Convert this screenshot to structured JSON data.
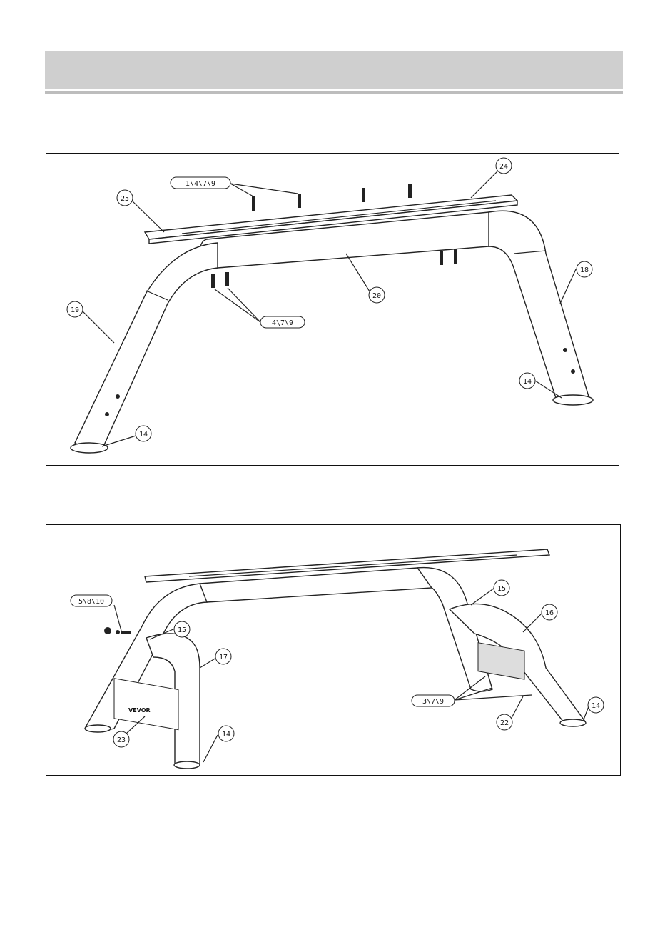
{
  "colors": {
    "header_band": "#cfcfcf",
    "rule": "#bdbdbd",
    "ink": "#111111"
  },
  "figure1": {
    "callouts": {
      "c_1479": "1\\4\\7\\9",
      "c_24": "24",
      "c_25": "25",
      "c_18": "18",
      "c_19": "19",
      "c_20": "20",
      "c_479": "4\\7\\9",
      "c_14_left": "14",
      "c_14_right": "14"
    }
  },
  "figure2": {
    "callouts": {
      "c_5810": "5\\8\\10",
      "c_15_left": "15",
      "c_15_right": "15",
      "c_16": "16",
      "c_17": "17",
      "c_379": "3\\7\\9",
      "c_22": "22",
      "c_23": "23",
      "c_14_left": "14",
      "c_14_right": "14"
    },
    "plate_brand": "VEVOR"
  }
}
